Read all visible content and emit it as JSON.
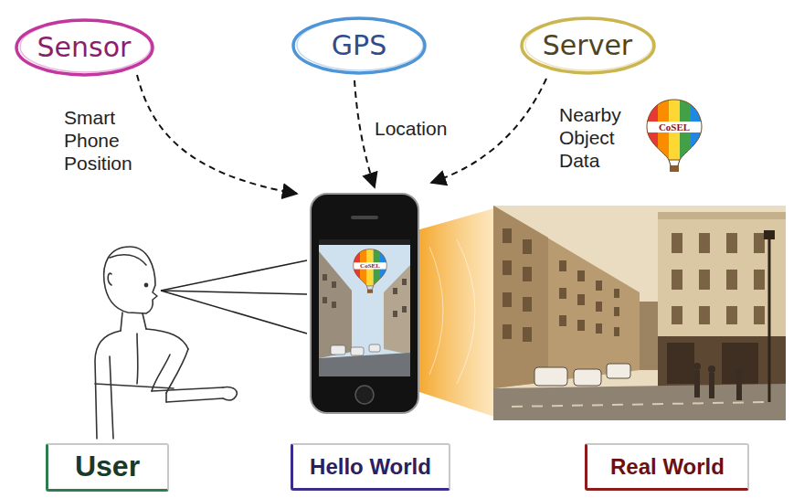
{
  "diagram": {
    "nodes": [
      {
        "text": [
          "Sensor"
        ]
      },
      {
        "text": [
          "GPS"
        ]
      },
      {
        "text": [
          "Server"
        ]
      },
      {
        "text": [
          "User"
        ]
      },
      {
        "text": [
          "Hello World"
        ]
      },
      {
        "text": [
          "Real World"
        ]
      }
    ],
    "labels": [
      "Smart Phone Position",
      "Location",
      "Nearby Object Data",
      "CoSEL",
      "CoSEL"
    ]
  }
}
